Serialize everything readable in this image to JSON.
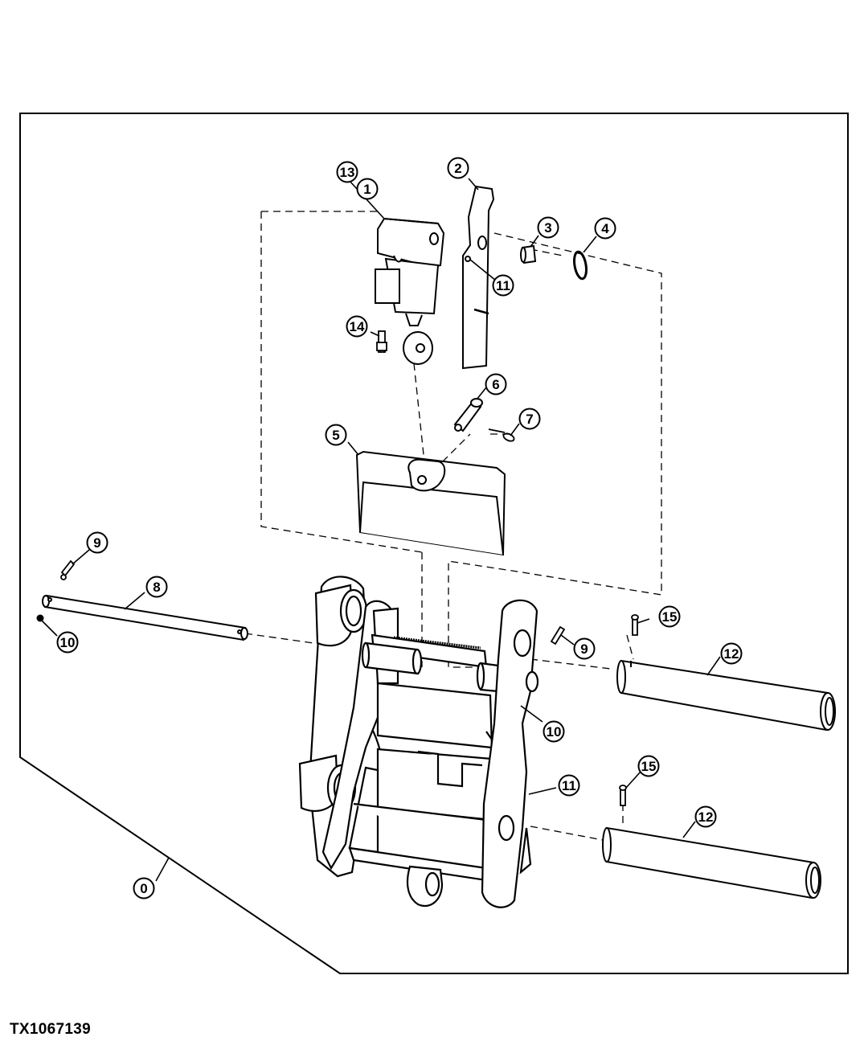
{
  "figure_id": "TX1067139",
  "callouts": {
    "c0": "0",
    "c1": "1",
    "c2": "2",
    "c3": "3",
    "c4": "4",
    "c5": "5",
    "c6": "6",
    "c7": "7",
    "c8": "8",
    "c9a": "9",
    "c9b": "9",
    "c10a": "10",
    "c10b": "10",
    "c11a": "11",
    "c11b": "11",
    "c12a": "12",
    "c12b": "12",
    "c13": "13",
    "c14": "14",
    "c15a": "15",
    "c15b": "15"
  }
}
